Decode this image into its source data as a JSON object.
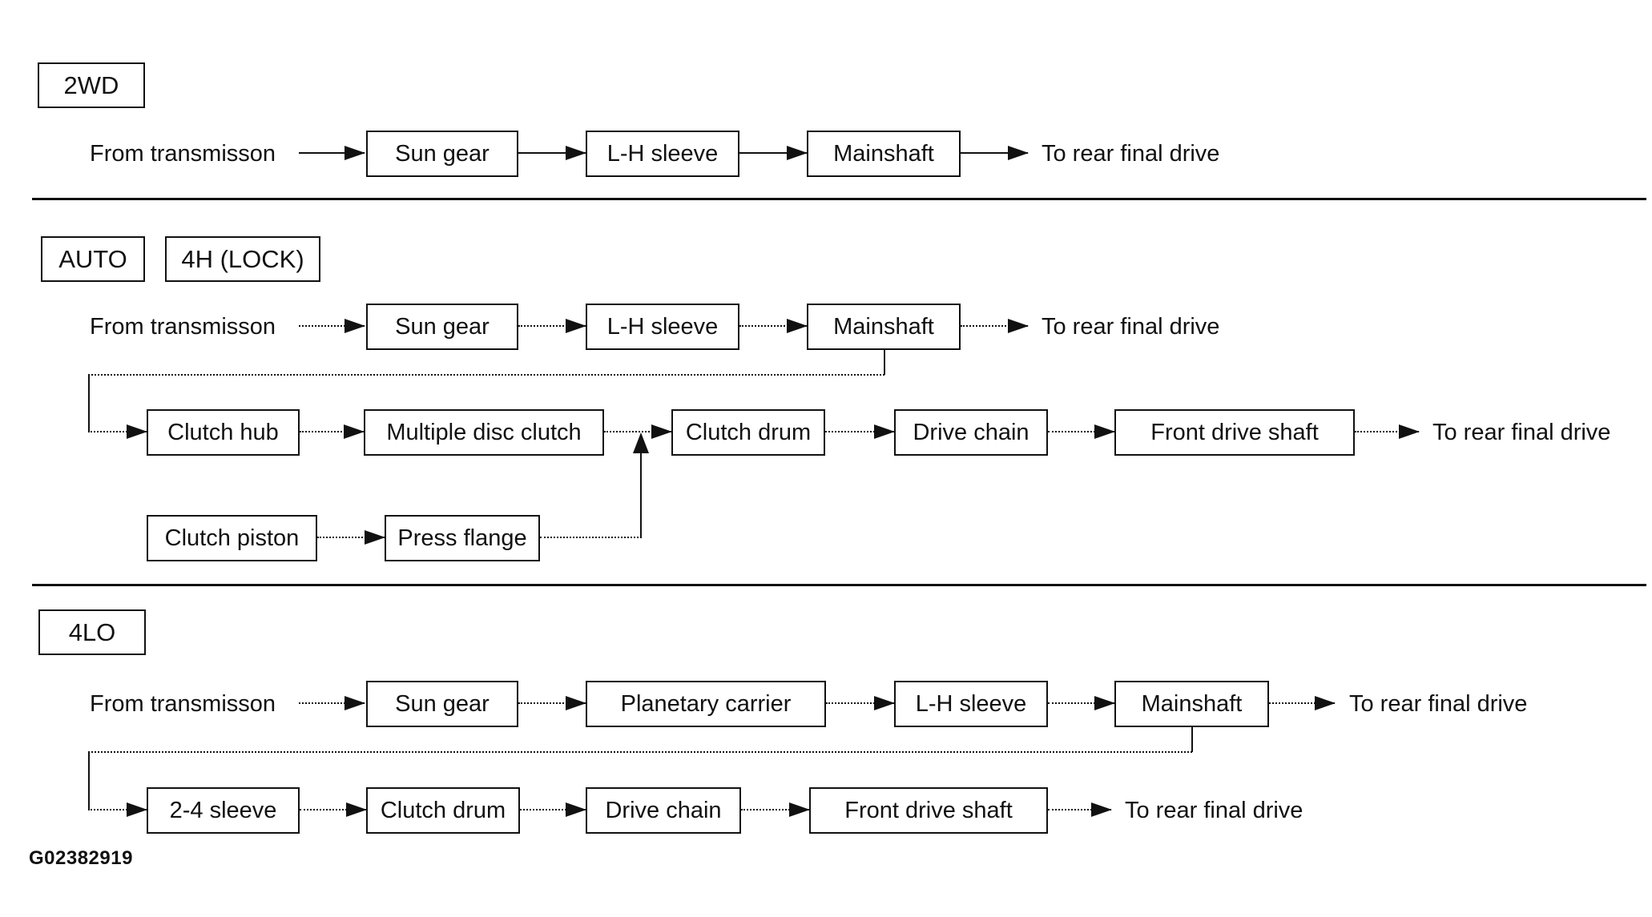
{
  "figure_id": "G02382919",
  "colors": {
    "line": "#111111",
    "background": "#ffffff"
  },
  "sections": [
    {
      "id": "2wd",
      "labels": [
        "2WD"
      ],
      "arrow_style": "solid",
      "main_flow": {
        "source": "From transmisson",
        "nodes": [
          "Sun gear",
          "L-H sleeve",
          "Mainshaft"
        ],
        "destination": "To rear final drive"
      }
    },
    {
      "id": "auto-4h-lock",
      "labels": [
        "AUTO",
        "4H (LOCK)"
      ],
      "arrow_style": "dotted",
      "main_flow": {
        "source": "From transmisson",
        "nodes": [
          "Sun gear",
          "L-H sleeve",
          "Mainshaft"
        ],
        "destination": "To rear final drive"
      },
      "branch_flow": {
        "branch_from": "Mainshaft",
        "nodes": [
          "Clutch hub",
          "Multiple disc clutch",
          "Clutch drum",
          "Drive chain",
          "Front drive shaft"
        ],
        "destination": "To rear final drive"
      },
      "sub_flow": {
        "nodes": [
          "Clutch piston",
          "Press flange"
        ],
        "joins_between": [
          "Multiple disc clutch",
          "Clutch drum"
        ]
      }
    },
    {
      "id": "4lo",
      "labels": [
        "4LO"
      ],
      "arrow_style": "dotted",
      "main_flow": {
        "source": "From transmisson",
        "nodes": [
          "Sun gear",
          "Planetary carrier",
          "L-H sleeve",
          "Mainshaft"
        ],
        "destination": "To rear final drive"
      },
      "branch_flow": {
        "branch_from": "Mainshaft",
        "nodes": [
          "2-4 sleeve",
          "Clutch drum",
          "Drive chain",
          "Front drive shaft"
        ],
        "destination": "To rear final drive"
      }
    }
  ]
}
